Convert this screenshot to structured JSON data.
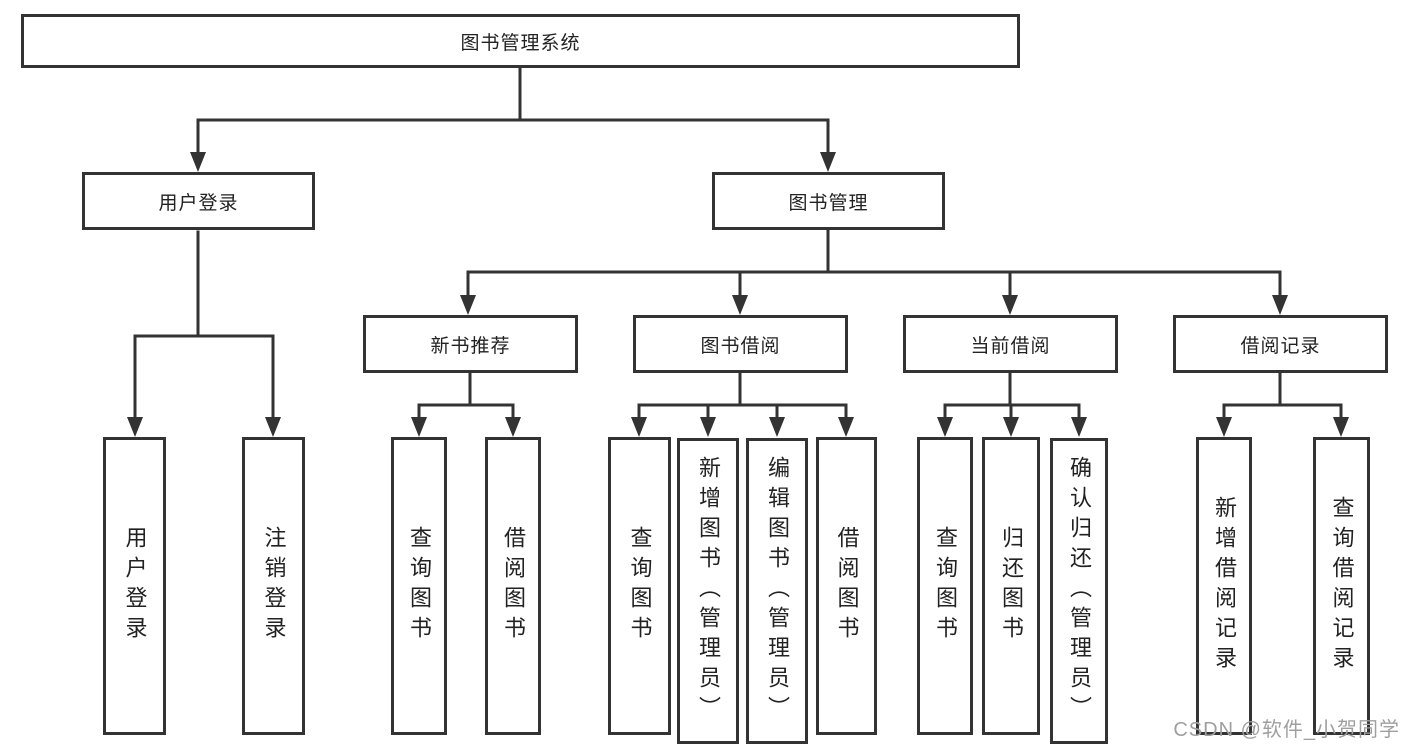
{
  "colors": {
    "line": "#333333",
    "text": "#222222",
    "watermark": "#9f9f9f"
  },
  "diagram": {
    "root_label": "图书管理系统",
    "level1": [
      {
        "label": "用户登录",
        "children": [
          "用户登录",
          "注销登录"
        ]
      },
      {
        "label": "图书管理",
        "sections": [
          {
            "label": "新书推荐",
            "children": [
              "查询图书",
              "借阅图书"
            ]
          },
          {
            "label": "图书借阅",
            "children": [
              "查询图书",
              "新增图书（管理员）",
              "编辑图书（管理员）",
              "借阅图书"
            ]
          },
          {
            "label": "当前借阅",
            "children": [
              "查询图书",
              "归还图书",
              "确认归还（管理员）"
            ]
          },
          {
            "label": "借阅记录",
            "children": [
              "新增借阅记录",
              "查询借阅记录"
            ]
          }
        ]
      }
    ]
  },
  "watermark": {
    "text": "CSDN @软件_小贺同学"
  }
}
